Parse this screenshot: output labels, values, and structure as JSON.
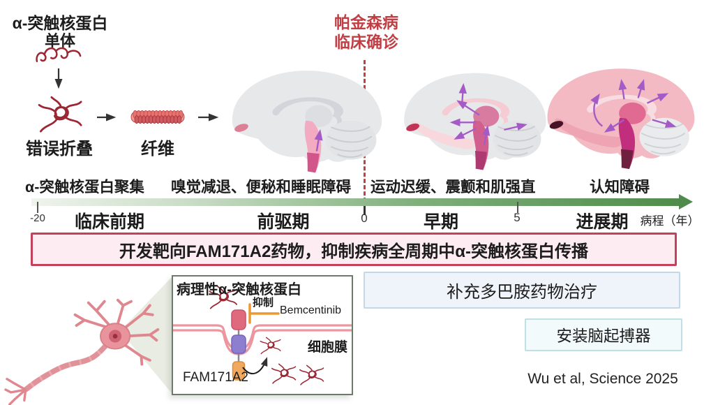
{
  "pathway": {
    "title": "α-突触核蛋白",
    "subtitle": "单体",
    "misfold_label": "错误折叠",
    "fiber_label": "纤维"
  },
  "diagnosis": {
    "line1": "帕金森病",
    "line2": "临床确诊"
  },
  "symptoms": {
    "aggregation": "α-突触核蛋白聚集",
    "prodromal": "嗅觉减退、便秘和睡眠障碍",
    "early": "运动迟缓、震颤和肌强直",
    "progressive": "认知障碍"
  },
  "timeline": {
    "tick_start": "-20",
    "tick_zero": "0",
    "tick_five": "5",
    "phase_preclinical": "临床前期",
    "phase_prodromal": "前驱期",
    "phase_early": "早期",
    "phase_progressive": "进展期",
    "axis_label": "病程（年）"
  },
  "banner": {
    "text": "开发靶向FAM171A2药物，抑制疾病全周期中α-突触核蛋白传播"
  },
  "inset": {
    "title": "病理性α-突触核蛋白",
    "inhibit_label": "抑制",
    "drug_name": "Bemcentinib",
    "membrane_label": "细胞膜",
    "receptor_label": "FAM171A2"
  },
  "treatments": {
    "dopamine": "补充多巴胺药物治疗",
    "dbs": "安装脑起搏器"
  },
  "citation": "Wu et al, Science 2025",
  "colors": {
    "highlight_red": "#c13f44",
    "protein_red": "#9c2733",
    "timeline_green": "#4f8c4b",
    "purple_arrow": "#a55bc5",
    "banner_border": "#c5405a",
    "banner_bg": "#fdedf3",
    "treatment_box_bg": "#eef4fa"
  }
}
